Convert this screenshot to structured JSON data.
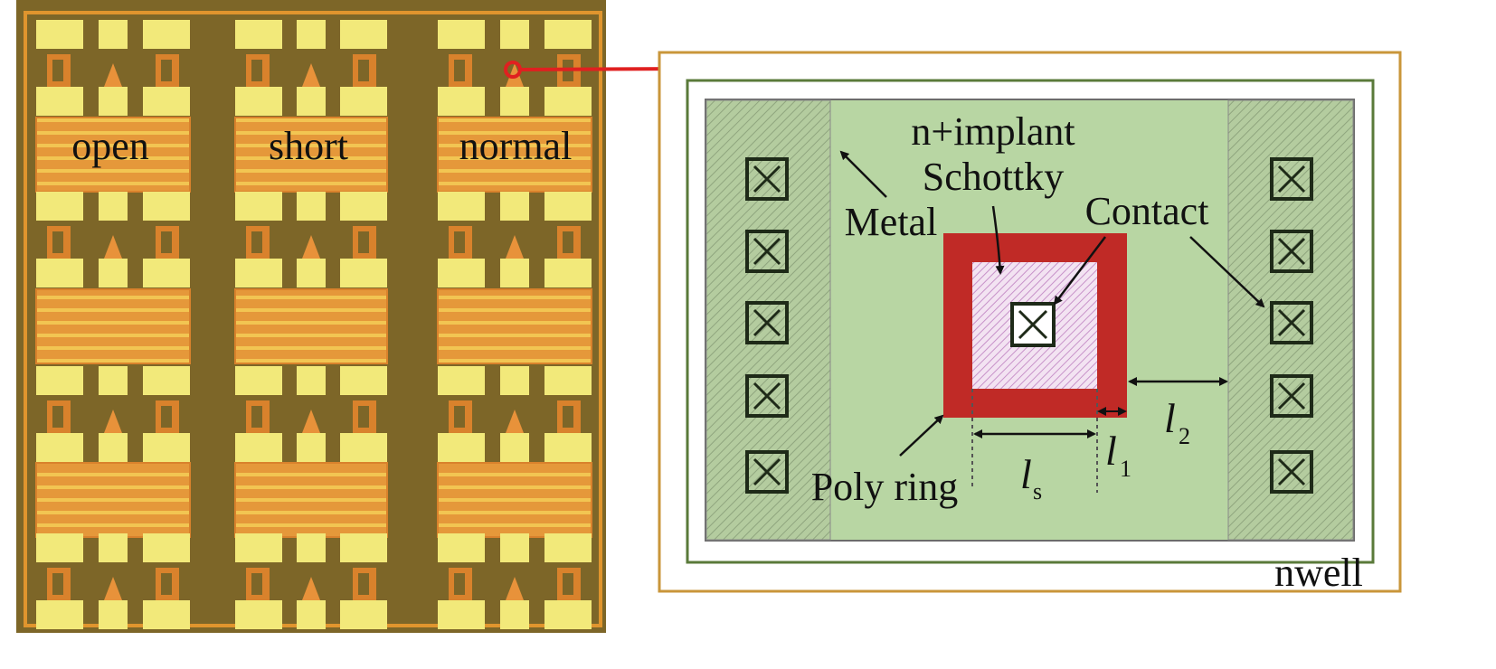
{
  "figure": {
    "left_panel": {
      "description": "Micrograph of test chip array",
      "column_labels": [
        "open",
        "short",
        "normal"
      ],
      "rows": 4,
      "columns": 3,
      "colors": {
        "substrate": "#7d6628",
        "frame": "#e0952e",
        "pad": "#f2e97a",
        "strip": "#e59a3a",
        "strip_line": "#f4cf55",
        "marker": "#e02020"
      }
    },
    "right_panel": {
      "description": "Schottky diode layout schematic",
      "labels": {
        "n_implant": "n+implant",
        "schottky": "Schottky",
        "contact": "Contact",
        "metal": "Metal",
        "poly_ring": "Poly ring",
        "nwell": "nwell",
        "ls": "l",
        "ls_sub": "s",
        "l1": "l",
        "l1_sub": "1",
        "l2": "l",
        "l2_sub": "2"
      },
      "contacts_per_side": 5,
      "colors": {
        "nwell_border": "#c9963a",
        "implant_border": "#5a7a3a",
        "active": "#b8d6a3",
        "metal_hatch": "#9db58c",
        "poly": "#c02a26",
        "schottky": "#e9c8e8",
        "contact_line": "#1e2a18",
        "arrow": "#e02020"
      }
    }
  }
}
